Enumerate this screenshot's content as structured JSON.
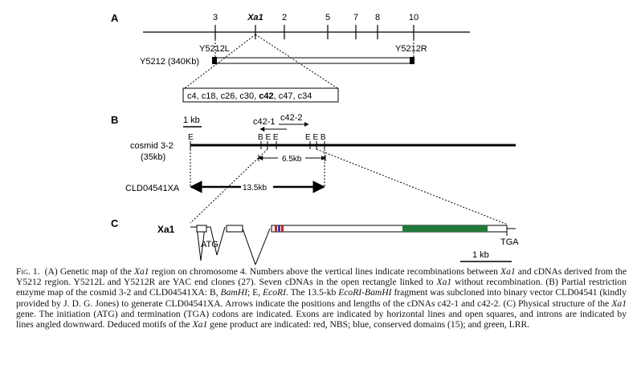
{
  "panel_a": {
    "label": "A",
    "marker_labels": [
      "3",
      "Xa1",
      "2",
      "5",
      "7",
      "8",
      "10"
    ],
    "left_clone": "Y5212L",
    "right_clone": "Y5212R",
    "yac_label": "Y5212 (340Kb)",
    "cdna_box": {
      "plain_1": "c4, c18, c26, c30, ",
      "bold": "c42",
      "plain_2": ", c47, c34"
    }
  },
  "panel_b": {
    "label": "B",
    "scale_label": "1 kb",
    "cosmid_label": "cosmid 3-2",
    "cosmid_size": "(35kb)",
    "left_site": "E",
    "site_group_1": "B E E",
    "site_group_2": "E E B",
    "arrow_c42_1": "c42-1",
    "arrow_c42_2": "c42-2",
    "fragment_small": "6.5kb",
    "vector_label": "CLD04541XA",
    "fragment_large": "13.5kb"
  },
  "panel_c": {
    "label": "C",
    "gene_label": "Xa1",
    "start_codon": "ATG",
    "stop_codon": "TGA",
    "scale_label": "1 kb"
  },
  "caption": {
    "fig_label": "Fig. 1.",
    "part_a_open": "(A) Genetic map of the ",
    "gene_1": "Xa1",
    "part_a_mid": " region on chromosome 4. Numbers above the vertical lines indicate recombinations between ",
    "gene_2": "Xa1",
    "part_a_end": " and cDNAs derived from the Y5212 region. Y5212L and Y5212R are YAC end clones (27). Seven cDNAs in the open rectangle linked to ",
    "gene_3": "Xa1",
    "part_a_tail": " without recombination.",
    "part_b_open": " (B) Partial restriction enzyme map of the cosmid 3-2 and CLD04541XA: B, ",
    "enzyme_1": "BamHI",
    "part_b_mid": "; E, ",
    "enzyme_2": "EcoRI",
    "part_b_frag": ". The 13.5-kb ",
    "enzyme_3": "EcoRI-BamHI",
    "part_b_end": " fragment was subcloned into binary vector CLD04541 (kindly provided by J. D. G. Jones) to generate CLD04541XA. Arrows indicate the positions and lengths of the cDNAs c42-1 and c42-2.",
    "part_c_open": " (C) Physical structure of the ",
    "gene_4": "Xa1",
    "part_c_mid": " gene. The initiation (ATG) and termination (TGA) codons are indicated. Exons are indicated by horizontal lines and open squares, and introns are indicated by lines angled downward. Deduced motifs of the ",
    "gene_5": "Xa1",
    "part_c_end": " gene product are indicated: red, NBS; blue, conserved domains (15); and green, LRR."
  },
  "colors": {
    "nbs": "#cc2222",
    "conserved": "#2a3fb5",
    "lrr": "#1f7a3a",
    "line": "#000000"
  }
}
